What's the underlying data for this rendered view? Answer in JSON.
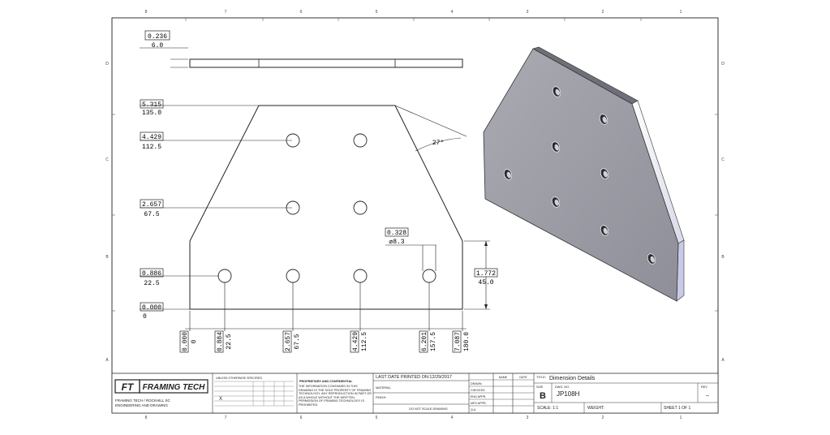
{
  "sheet": {
    "zone_cols": [
      "8",
      "7",
      "6",
      "5",
      "4",
      "3",
      "2",
      "1"
    ],
    "zone_rows": [
      "D",
      "C",
      "B",
      "A"
    ]
  },
  "top_view": {
    "thickness_in": "0.236",
    "thickness_mm": "6.0"
  },
  "front_view": {
    "top_dim_in": "5.315",
    "top_dim_mm": "135.0",
    "row1_in": "4.429",
    "row1_mm": "112.5",
    "row2_in": "2.657",
    "row2_mm": "67.5",
    "row3_in": "0.886",
    "row3_mm": "22.5",
    "base_in": "0.000",
    "base_mm": "0",
    "angle": "27°",
    "hole_dia_in": "0.328",
    "hole_dia_mm": "⌀8.3",
    "side_in": "1.772",
    "side_mm": "45.0",
    "x_dims": [
      {
        "in": "0.000",
        "mm": "0"
      },
      {
        "in": "0.884",
        "mm": "22.5"
      },
      {
        "in": "2.657",
        "mm": "67.5"
      },
      {
        "in": "4.429",
        "mm": "112.5"
      },
      {
        "in": "6.201",
        "mm": "157.5"
      },
      {
        "in": "7.087",
        "mm": "180.0"
      }
    ]
  },
  "title_block": {
    "logo_ft": "FT",
    "logo_text": "FRAMING TECH",
    "company_line1": "FRAMING TECH / ROCKHILL SC",
    "company_line2": "ENGINEERING AND DRAWING",
    "tolerance_title": "UNLESS OTHERWISE SPECIFIED",
    "proprietary_title": "PROPRIETARY AND CONFIDENTIAL",
    "proprietary_text": "THE INFORMATION CONTAINED IN THIS DRAWING IS THE SOLE PROPERTY OF FRAMING TECHNOLOGY. ANY REPRODUCTION IN PART OR AS A WHOLE WITHOUT THE WRITTEN PERMISSION OF FRAMING TECHNOLOGY IS PROHIBITED.",
    "last_printed": "LAST DATE PRINTED ON:12/29/2017",
    "material_label": "MATERIAL",
    "finish_label": "FINISH",
    "do_not_scale": "DO NOT SCALE DRAWING",
    "name_label": "NAME",
    "date_label": "DATE",
    "drawn_label": "DRAWN",
    "checked_label": "CHECKED",
    "eng_appr_label": "ENG APPR.",
    "mfg_appr_label": "MFG APPR.",
    "qa_label": "Q.A.",
    "title_label": "TITLE:",
    "title_value": "Dimension Details",
    "size_label": "SIZE",
    "size_value": "B",
    "dwg_label": "DWG. NO.",
    "dwg_value": "JP108H",
    "rev_label": "REV",
    "rev_value": "–",
    "scale_label": "SCALE: 1:1",
    "weight_label": "WEIGHT:",
    "sheet_label": "SHEET 1 OF 1"
  }
}
